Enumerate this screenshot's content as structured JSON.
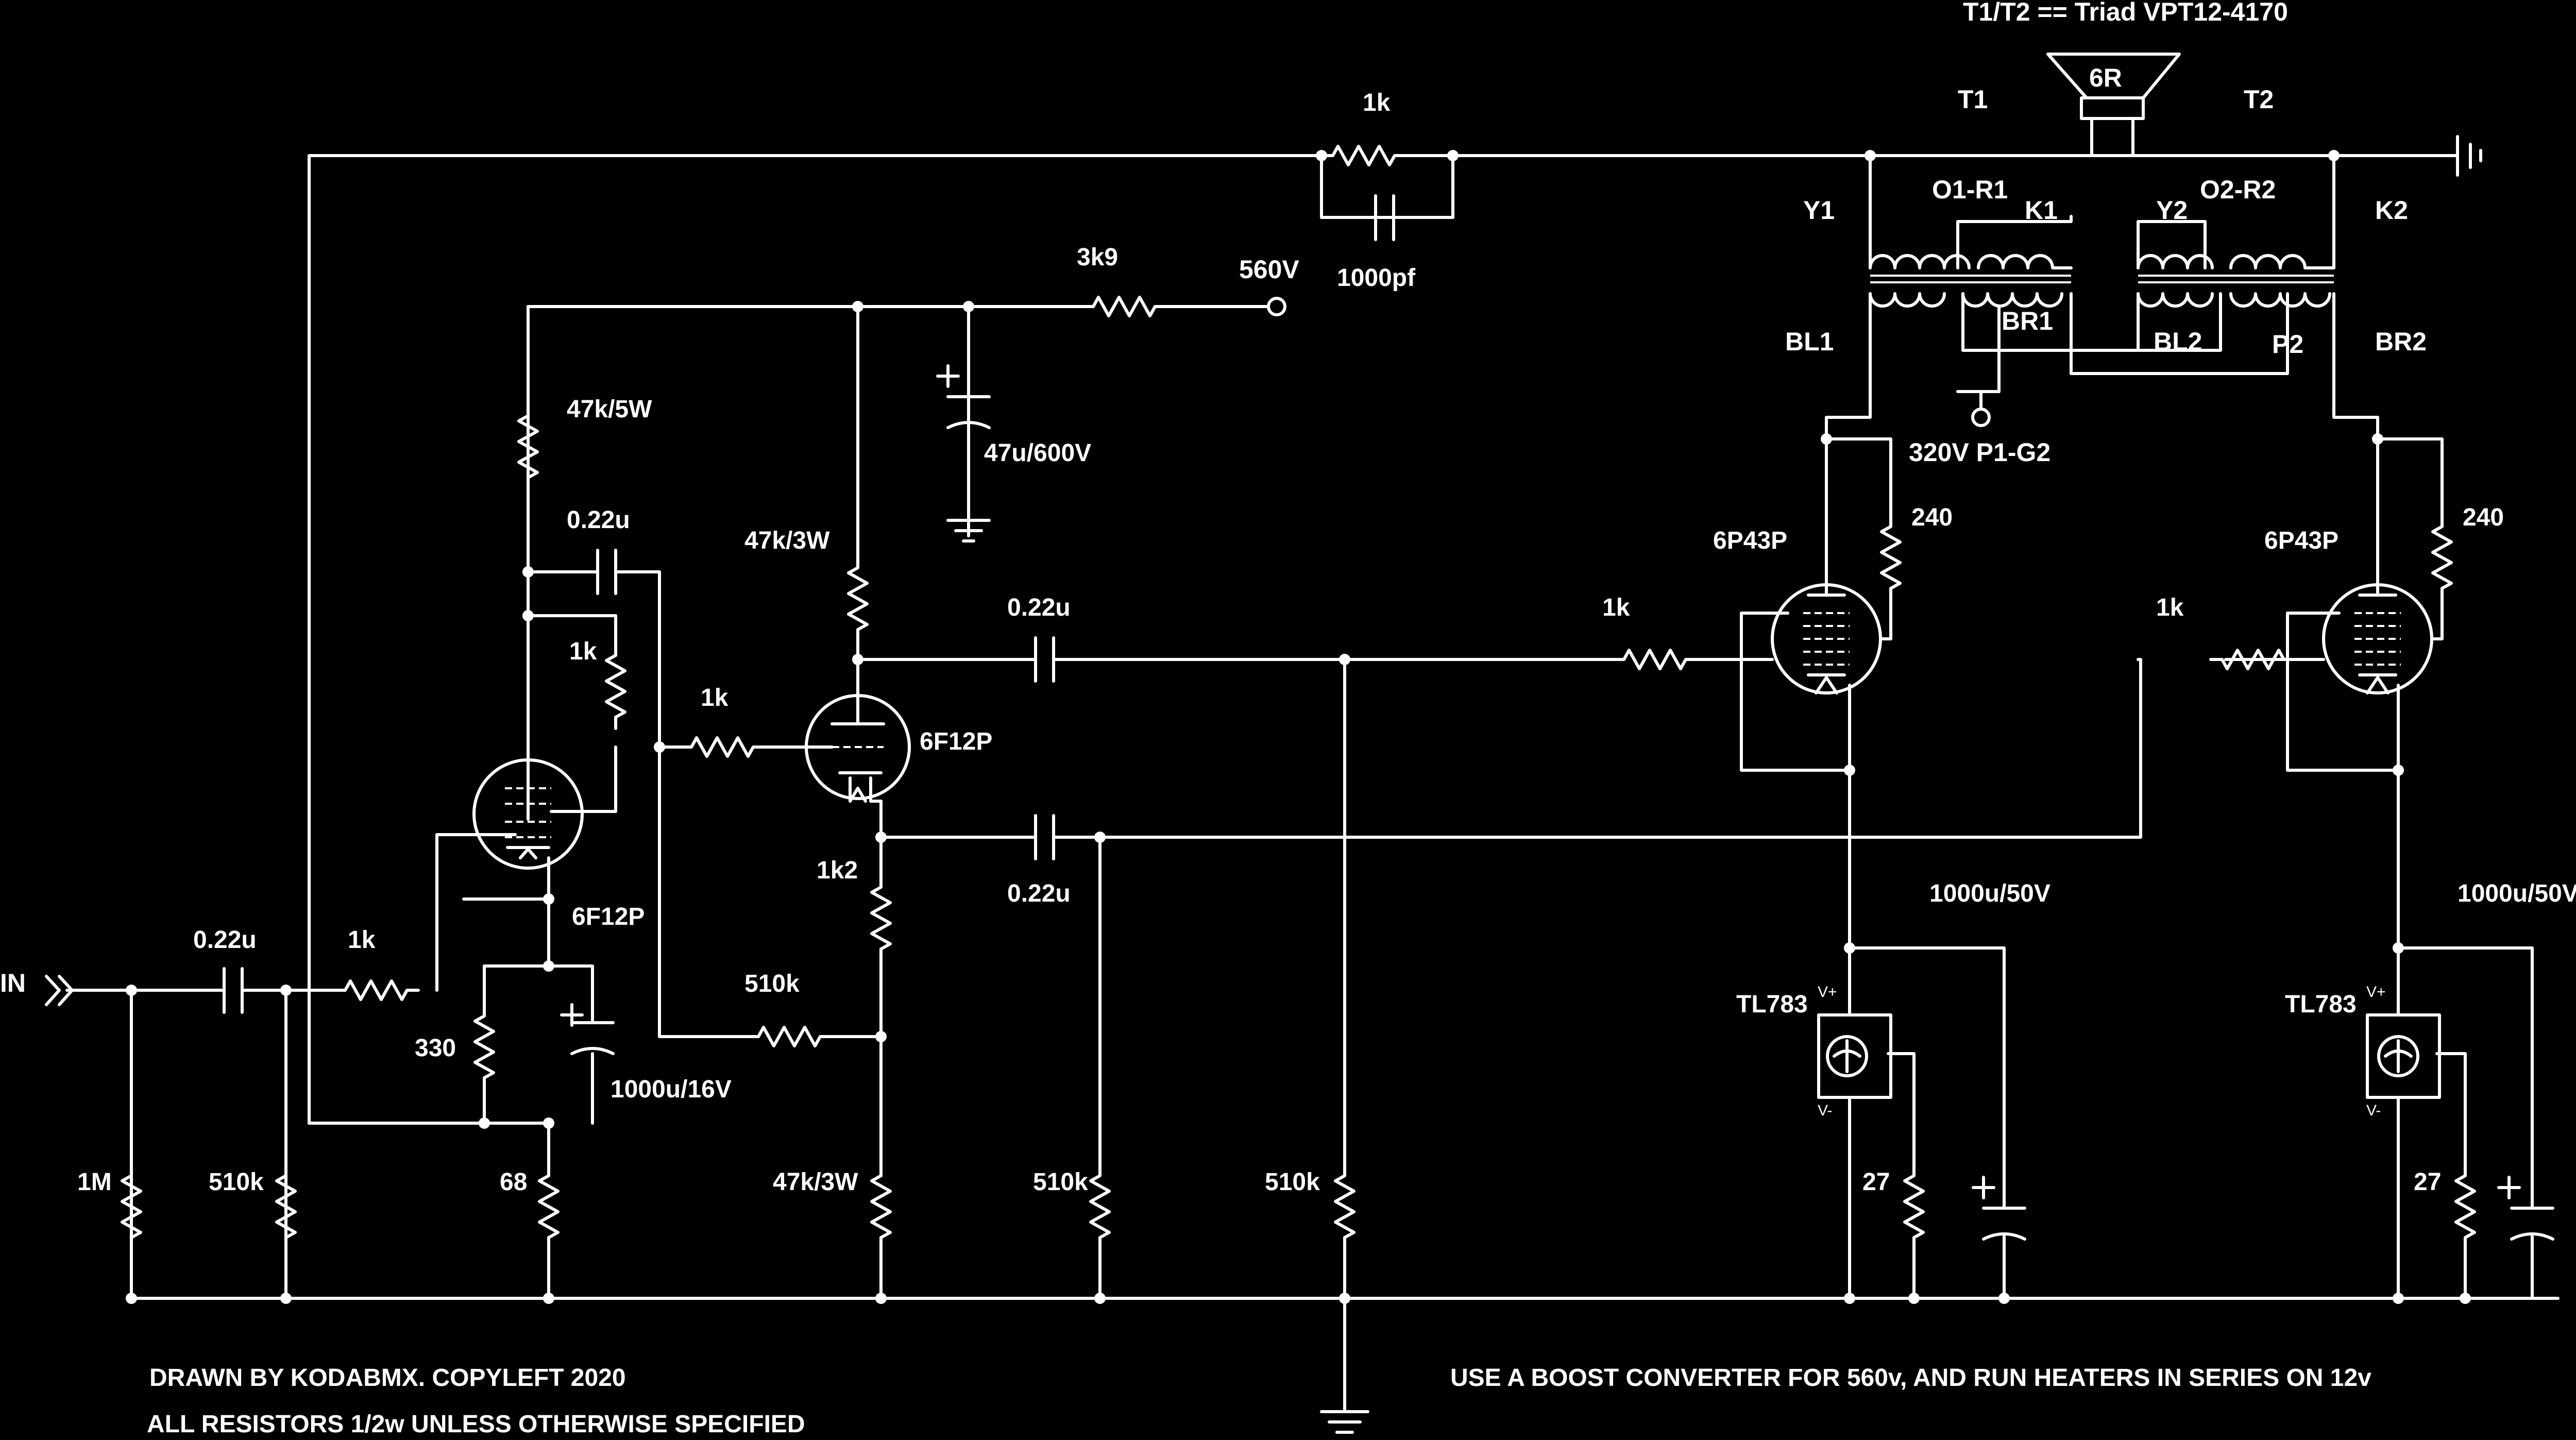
{
  "title": "T1/T2 == Triad VPT12-4170",
  "notes": {
    "drawn_by": "DRAWN BY KODABMX. COPYLEFT 2020",
    "resistors": "ALL RESISTORS 1/2w UNLESS OTHERWISE SPECIFIED",
    "boost": "USE A BOOST CONVERTER FOR 560v, AND RUN HEATERS IN SERIES ON 12v"
  },
  "input_label": "IN",
  "supply_label": "560V",
  "speaker": "6R",
  "transformers": {
    "t1": "T1",
    "t2": "T2",
    "y1": "Y1",
    "o1": "O1-R1",
    "k1": "K1",
    "y2": "Y2",
    "o2": "O2-R2",
    "k2": "K2",
    "bl1": "BL1",
    "br1": "BR1",
    "bl2": "BL2",
    "p2": "P2",
    "br2": "BR2",
    "tap": "320V P1-G2"
  },
  "tubes": {
    "v1": "6F12P",
    "v2": "6F12P",
    "v3": "6P43P",
    "v4": "6P43P"
  },
  "regulators": {
    "u1": "TL783",
    "u2": "TL783",
    "vplus": "V+",
    "vminus": "V-"
  },
  "components": {
    "c_in": "0.22u",
    "r_grid1": "1k",
    "r_in1": "1M",
    "r_in2": "510k",
    "r_k1": "330",
    "c_k1": "1000u/16V",
    "r_fb": "68",
    "r_p1": "47k/5W",
    "c_c1": "0.22u",
    "r_g2": "1k",
    "r_s1": "1k",
    "r_bias": "510k",
    "r_p2": "47k/3W",
    "r_k2": "1k2",
    "r_k2b": "47k/3W",
    "r_drop": "3k9",
    "c_filter": "47u/600V",
    "c_out1": "0.22u",
    "c_out2": "0.22u",
    "r_g3a": "510k",
    "r_g3b": "510k",
    "r_fbk": "1k",
    "c_fbk": "1000pf",
    "r_gs1": "1k",
    "r_gs2": "1k",
    "r_scr1": "240",
    "r_scr2": "240",
    "c_reg1": "1000u/50V",
    "c_reg2": "1000u/50V",
    "r_reg1": "27",
    "r_reg2": "27"
  }
}
